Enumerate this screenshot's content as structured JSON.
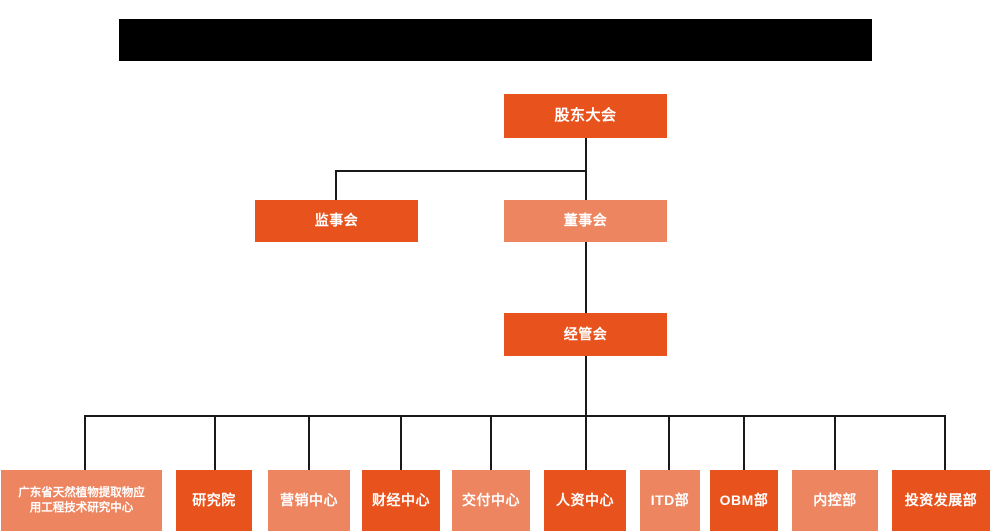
{
  "chart_data": {
    "type": "diagram",
    "diagram_kind": "organizational-chart",
    "title": "",
    "colors": {
      "dark_orange": "#E8521C",
      "light_orange": "#ED8560",
      "line": "#1a1a1a",
      "background": "#ffffff",
      "redaction_bar": "#000000",
      "node_text": "#ffffff"
    },
    "levels": [
      {
        "level": 1,
        "nodes": [
          "股东大会"
        ]
      },
      {
        "level": 2,
        "nodes": [
          "监事会",
          "董事会"
        ]
      },
      {
        "level": 3,
        "nodes": [
          "经管会"
        ]
      },
      {
        "level": 4,
        "nodes": [
          "广东省天然植物提取物应用工程技术研究中心",
          "研究院",
          "营销中心",
          "财经中心",
          "交付中心",
          "人资中心",
          "ITD部",
          "OBM部",
          "内控部",
          "投资发展部"
        ]
      }
    ],
    "edges": [
      {
        "from": "股东大会",
        "to": "监事会"
      },
      {
        "from": "股东大会",
        "to": "董事会"
      },
      {
        "from": "董事会",
        "to": "经管会"
      },
      {
        "from": "经管会",
        "to": "广东省天然植物提取物应用工程技术研究中心"
      },
      {
        "from": "经管会",
        "to": "研究院"
      },
      {
        "from": "经管会",
        "to": "营销中心"
      },
      {
        "from": "经管会",
        "to": "财经中心"
      },
      {
        "from": "经管会",
        "to": "交付中心"
      },
      {
        "from": "经管会",
        "to": "人资中心"
      },
      {
        "from": "经管会",
        "to": "ITD部"
      },
      {
        "from": "经管会",
        "to": "OBM部"
      },
      {
        "from": "经管会",
        "to": "内控部"
      },
      {
        "from": "经管会",
        "to": "投资发展部"
      }
    ]
  },
  "header": {
    "redacted_bar_label": ""
  },
  "nodes": {
    "shareholders_meeting": "股东大会",
    "board_of_supervisors": "监事会",
    "board_of_directors": "董事会",
    "management_committee": "经管会"
  },
  "departments": [
    {
      "label": "广东省天然植物提取物应\n用工程技术研究中心",
      "tone": "light"
    },
    {
      "label": "研究院",
      "tone": "dark"
    },
    {
      "label": "营销中心",
      "tone": "light"
    },
    {
      "label": "财经中心",
      "tone": "dark"
    },
    {
      "label": "交付中心",
      "tone": "light"
    },
    {
      "label": "人资中心",
      "tone": "dark"
    },
    {
      "label": "ITD部",
      "tone": "light"
    },
    {
      "label": "OBM部",
      "tone": "dark"
    },
    {
      "label": "内控部",
      "tone": "light"
    },
    {
      "label": "投资发展部",
      "tone": "dark"
    }
  ]
}
